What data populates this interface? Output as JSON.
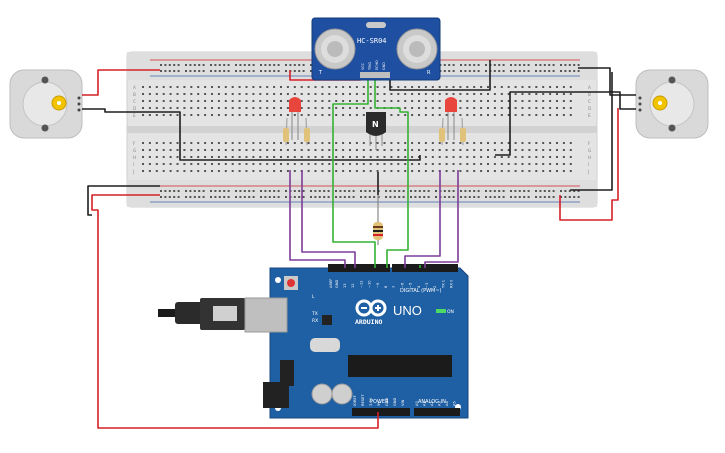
{
  "sensor": {
    "model": "HC-SR04",
    "pin_vcc": "VCC",
    "pin_trig": "TRIG",
    "pin_echo": "ECHO",
    "pin_gnd": "GND",
    "mark_t": "T",
    "mark_r": "R"
  },
  "transistor": {
    "mark": "N"
  },
  "board": {
    "logo": "ARDUINO",
    "model": "UNO",
    "on_label": "ON",
    "tx": "TX",
    "rx": "RX",
    "l": "L",
    "digital_label": "DIGITAL (PWM~)",
    "power_label": "POWER",
    "analog_label": "ANALOG IN",
    "aref": "AREF",
    "gnd": "GND",
    "digital_pins": [
      "13",
      "12",
      "~11",
      "~10",
      "~9",
      "8",
      "7",
      "~6",
      "~5",
      "4",
      "~3",
      "2",
      "TX 1",
      "RX 0"
    ],
    "power_pins": [
      "IOREF",
      "RESET",
      "3.3V",
      "5V",
      "GND",
      "GND",
      "VIN"
    ],
    "analog_pins": [
      "A0",
      "A1",
      "A2",
      "A3",
      "A4",
      "A5"
    ]
  },
  "breadboard": {
    "rows": [
      "A",
      "B",
      "C",
      "D",
      "E",
      "F",
      "G",
      "H",
      "I",
      "J"
    ]
  },
  "colors": {
    "wire_red": "#d42026",
    "wire_black": "#1e1e1e",
    "wire_green": "#34b233",
    "wire_purple": "#7d3c98",
    "board_blue": "#1f5fa3",
    "sensor_blue": "#1e4fa0",
    "led_red": "#e8453c",
    "breadboard": "#e6e6e6"
  }
}
